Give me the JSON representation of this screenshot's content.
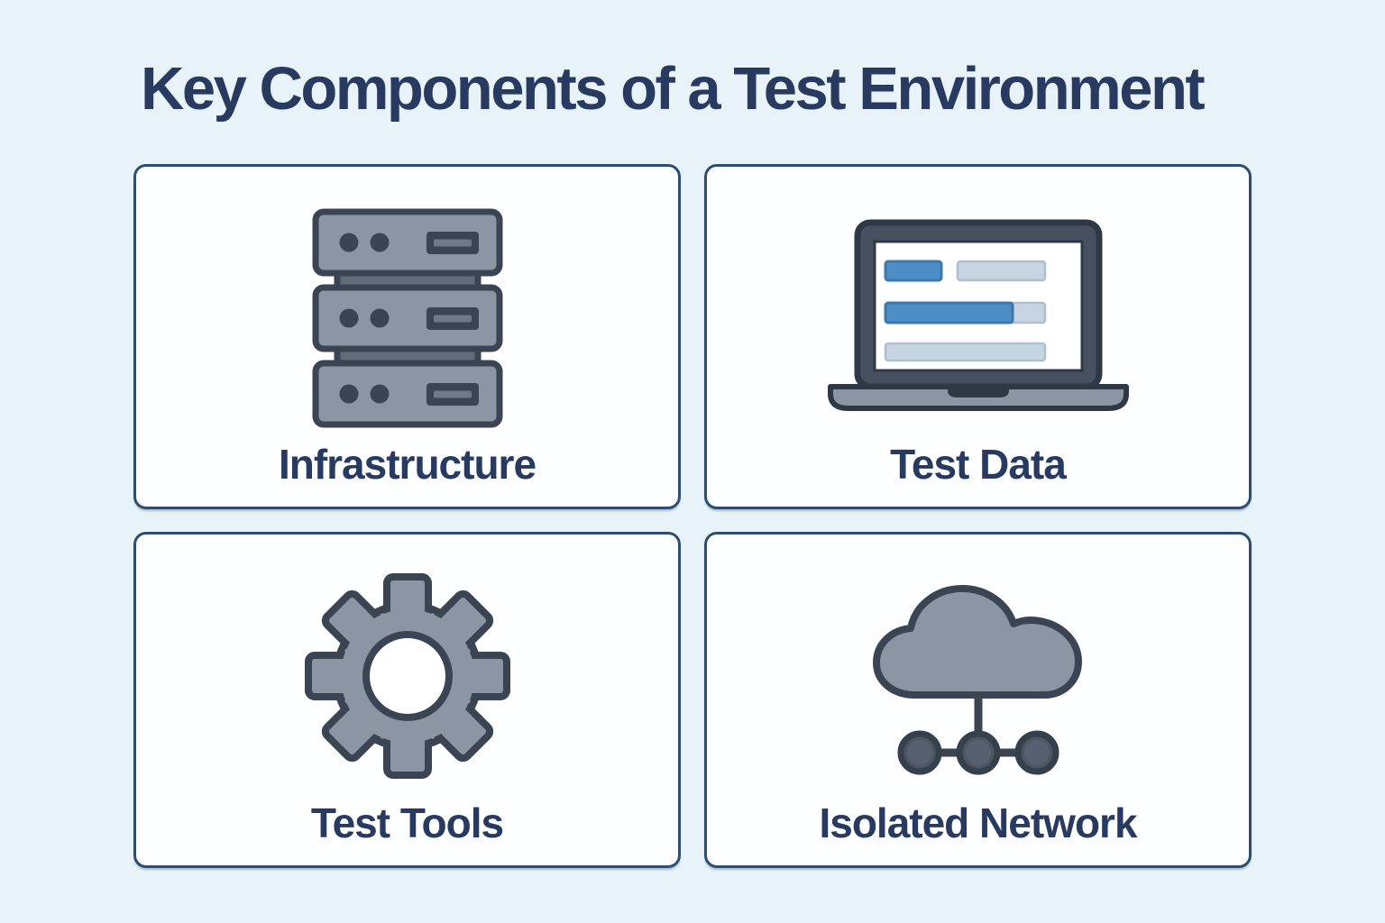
{
  "title": "Key Components of a Test Environment",
  "cards": [
    {
      "id": "infrastructure",
      "label": "Infrastructure",
      "icon": "server-stack-icon"
    },
    {
      "id": "test-data",
      "label": "Test Data",
      "icon": "laptop-data-icon"
    },
    {
      "id": "test-tools",
      "label": "Test Tools",
      "icon": "gear-icon"
    },
    {
      "id": "isolated-network",
      "label": "Isolated Network",
      "icon": "cloud-network-icon"
    }
  ],
  "colors": {
    "page_background": "#e7f3f8",
    "card_background": "#fdfeff",
    "card_border": "#2d4d71",
    "heading_text": "#283a60",
    "icon_gray": "#8c95a4",
    "icon_outline": "#3a4452",
    "icon_dark_slate": "#46505f",
    "accent_blue_bar": "#4d8ec6",
    "light_blue_bar": "#c7d4e1",
    "network_node_fill": "#4d5764"
  }
}
